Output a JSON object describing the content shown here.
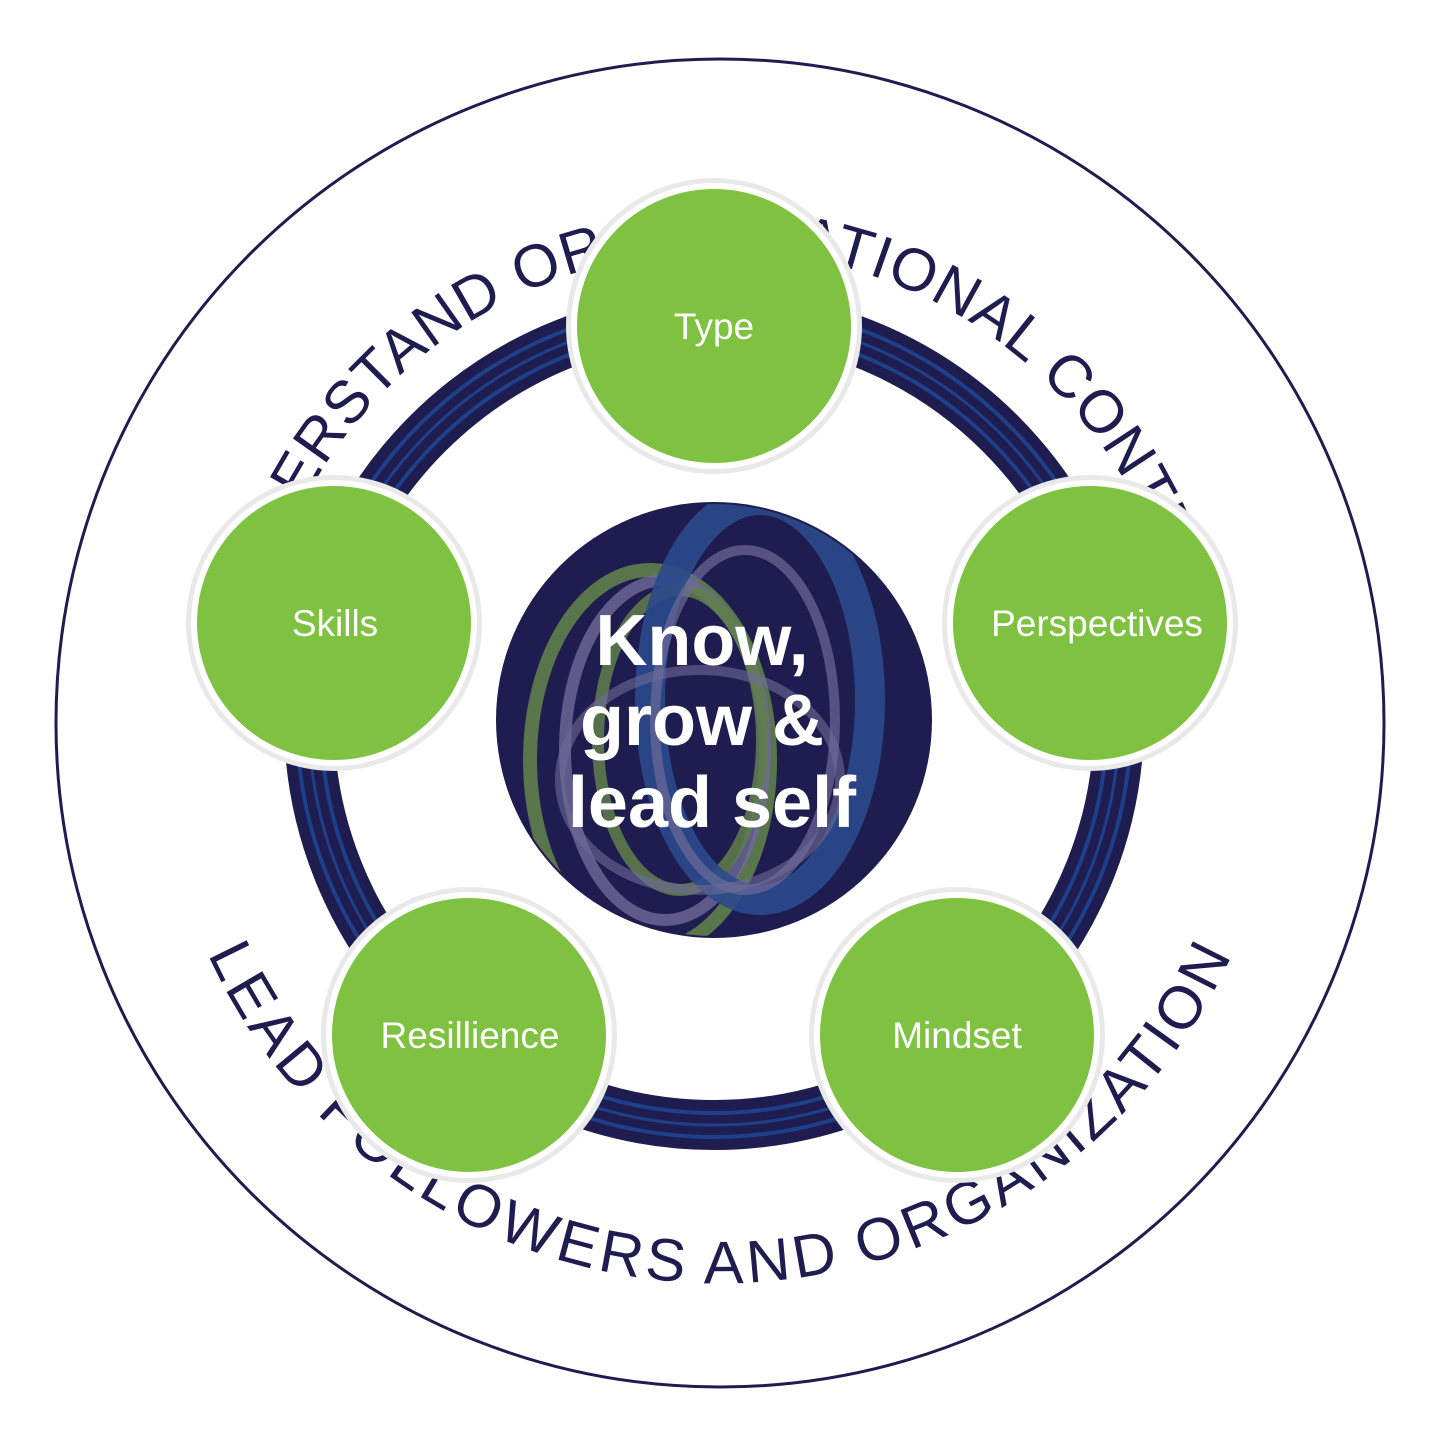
{
  "outer_ring": {
    "top_text": "UNDERSTAND ORGANIZATIONAL CONTEXT",
    "bottom_text": "LEAD FOLLOWERS AND ORGANIZATION"
  },
  "core": {
    "lines": [
      "Know,",
      "grow &",
      "lead self"
    ]
  },
  "nodes": [
    {
      "label": "Type"
    },
    {
      "label": "Perspectives"
    },
    {
      "label": "Mindset"
    },
    {
      "label": "Resillience"
    },
    {
      "label": "Skills"
    }
  ],
  "colors": {
    "navy": "#1f1c4f",
    "blue_stripe": "#1e3f8a",
    "green": "#7fc241",
    "core_green": "#5f7f4a",
    "core_lavender": "#6e6a98",
    "white": "#ffffff"
  }
}
